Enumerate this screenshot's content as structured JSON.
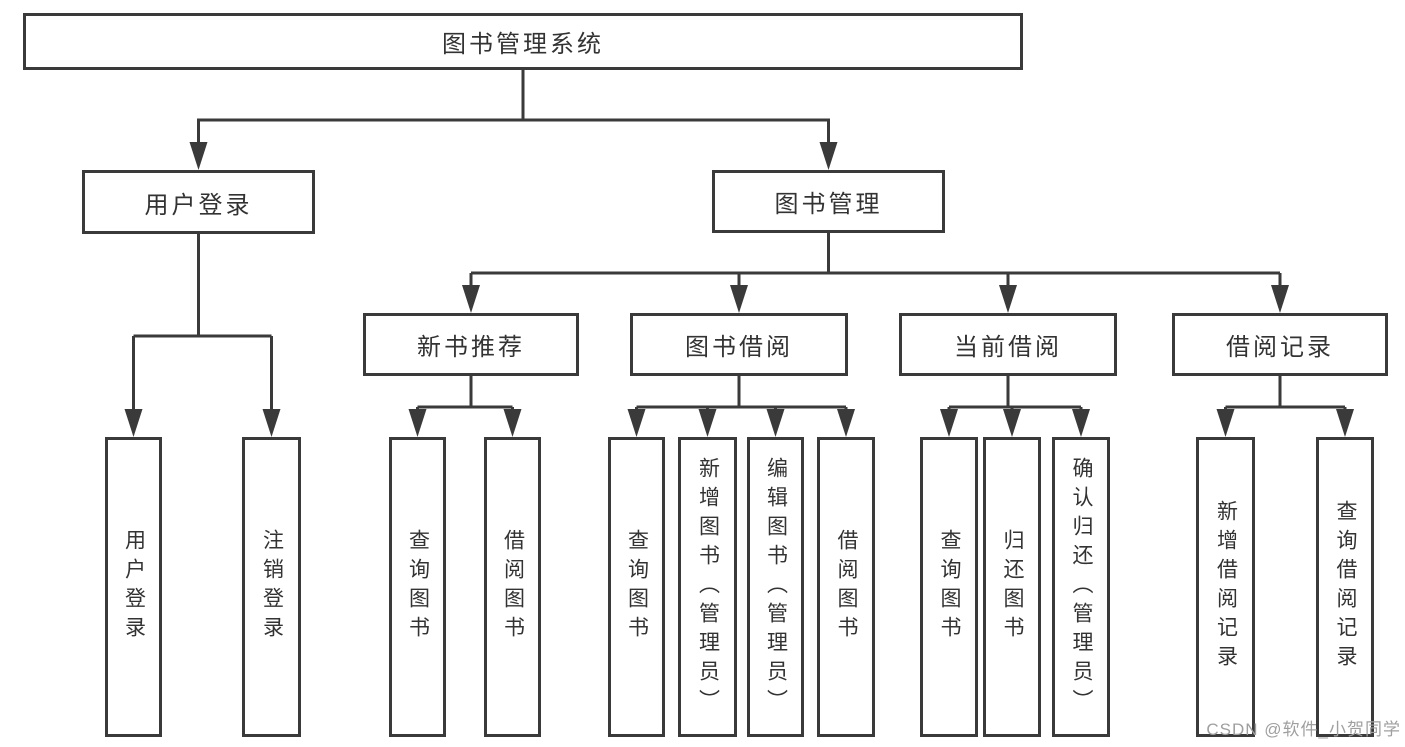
{
  "tree": {
    "label": "图书管理系统",
    "children": [
      {
        "label": "用户登录",
        "children": [
          {
            "label": "用户登录"
          },
          {
            "label": "注销登录"
          }
        ]
      },
      {
        "label": "图书管理",
        "children": [
          {
            "label": "新书推荐",
            "children": [
              {
                "label": "查询图书"
              },
              {
                "label": "借阅图书"
              }
            ]
          },
          {
            "label": "图书借阅",
            "children": [
              {
                "label": "查询图书"
              },
              {
                "label": "新增图书（管理员）"
              },
              {
                "label": "编辑图书（管理员）"
              },
              {
                "label": "借阅图书"
              }
            ]
          },
          {
            "label": "当前借阅",
            "children": [
              {
                "label": "查询图书"
              },
              {
                "label": "归还图书"
              },
              {
                "label": "确认归还（管理员）"
              }
            ]
          },
          {
            "label": "借阅记录",
            "children": [
              {
                "label": "新增借阅记录"
              },
              {
                "label": "查询借阅记录"
              }
            ]
          }
        ]
      }
    ]
  },
  "watermark": {
    "text": "CSDN @软件_小贺同学"
  },
  "colors": {
    "line": "#3a3a3a",
    "text": "#333333",
    "box_background": "#ffffff",
    "background": "#ffffff",
    "watermark": "#9f9f9f"
  }
}
